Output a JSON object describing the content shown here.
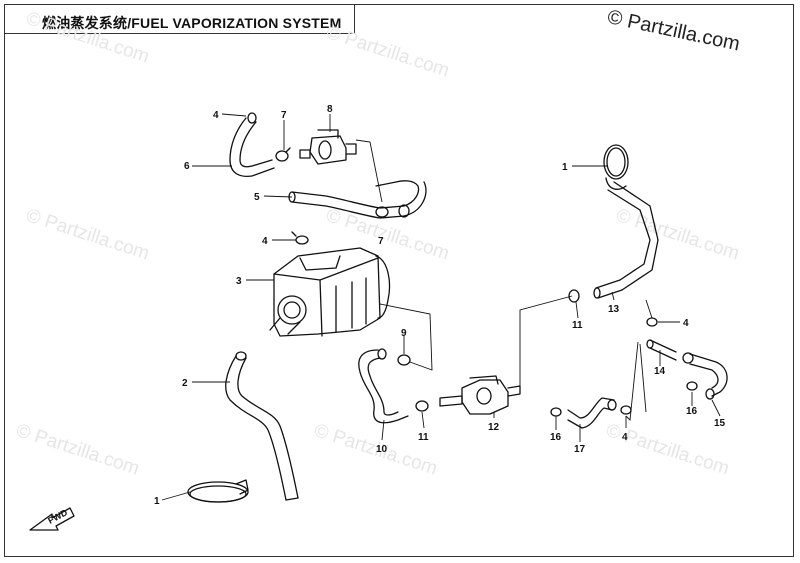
{
  "title": "燃油蒸发系统/FUEL VAPORIZATION SYSTEM",
  "copyright": "© Partzilla.com",
  "watermarks": [
    "© Partzilla.com",
    "© Partzilla.com",
    "© Partzilla.com",
    "© Partzilla.com",
    "© Partzilla.com",
    "© Partzilla.com",
    "© Partzilla.com",
    "© Partzilla.com"
  ],
  "fwd_label": "FWD",
  "callouts": {
    "c1a": "1",
    "c1b": "1",
    "c2": "2",
    "c3": "3",
    "c4a": "4",
    "c4b": "4",
    "c4c": "4",
    "c4d": "4",
    "c5": "5",
    "c6": "6",
    "c7a": "7",
    "c7b": "7",
    "c8": "8",
    "c9": "9",
    "c10": "10",
    "c11a": "11",
    "c11b": "11",
    "c12": "12",
    "c13": "13",
    "c14": "14",
    "c15": "15",
    "c16a": "16",
    "c16b": "16",
    "c17": "17"
  }
}
